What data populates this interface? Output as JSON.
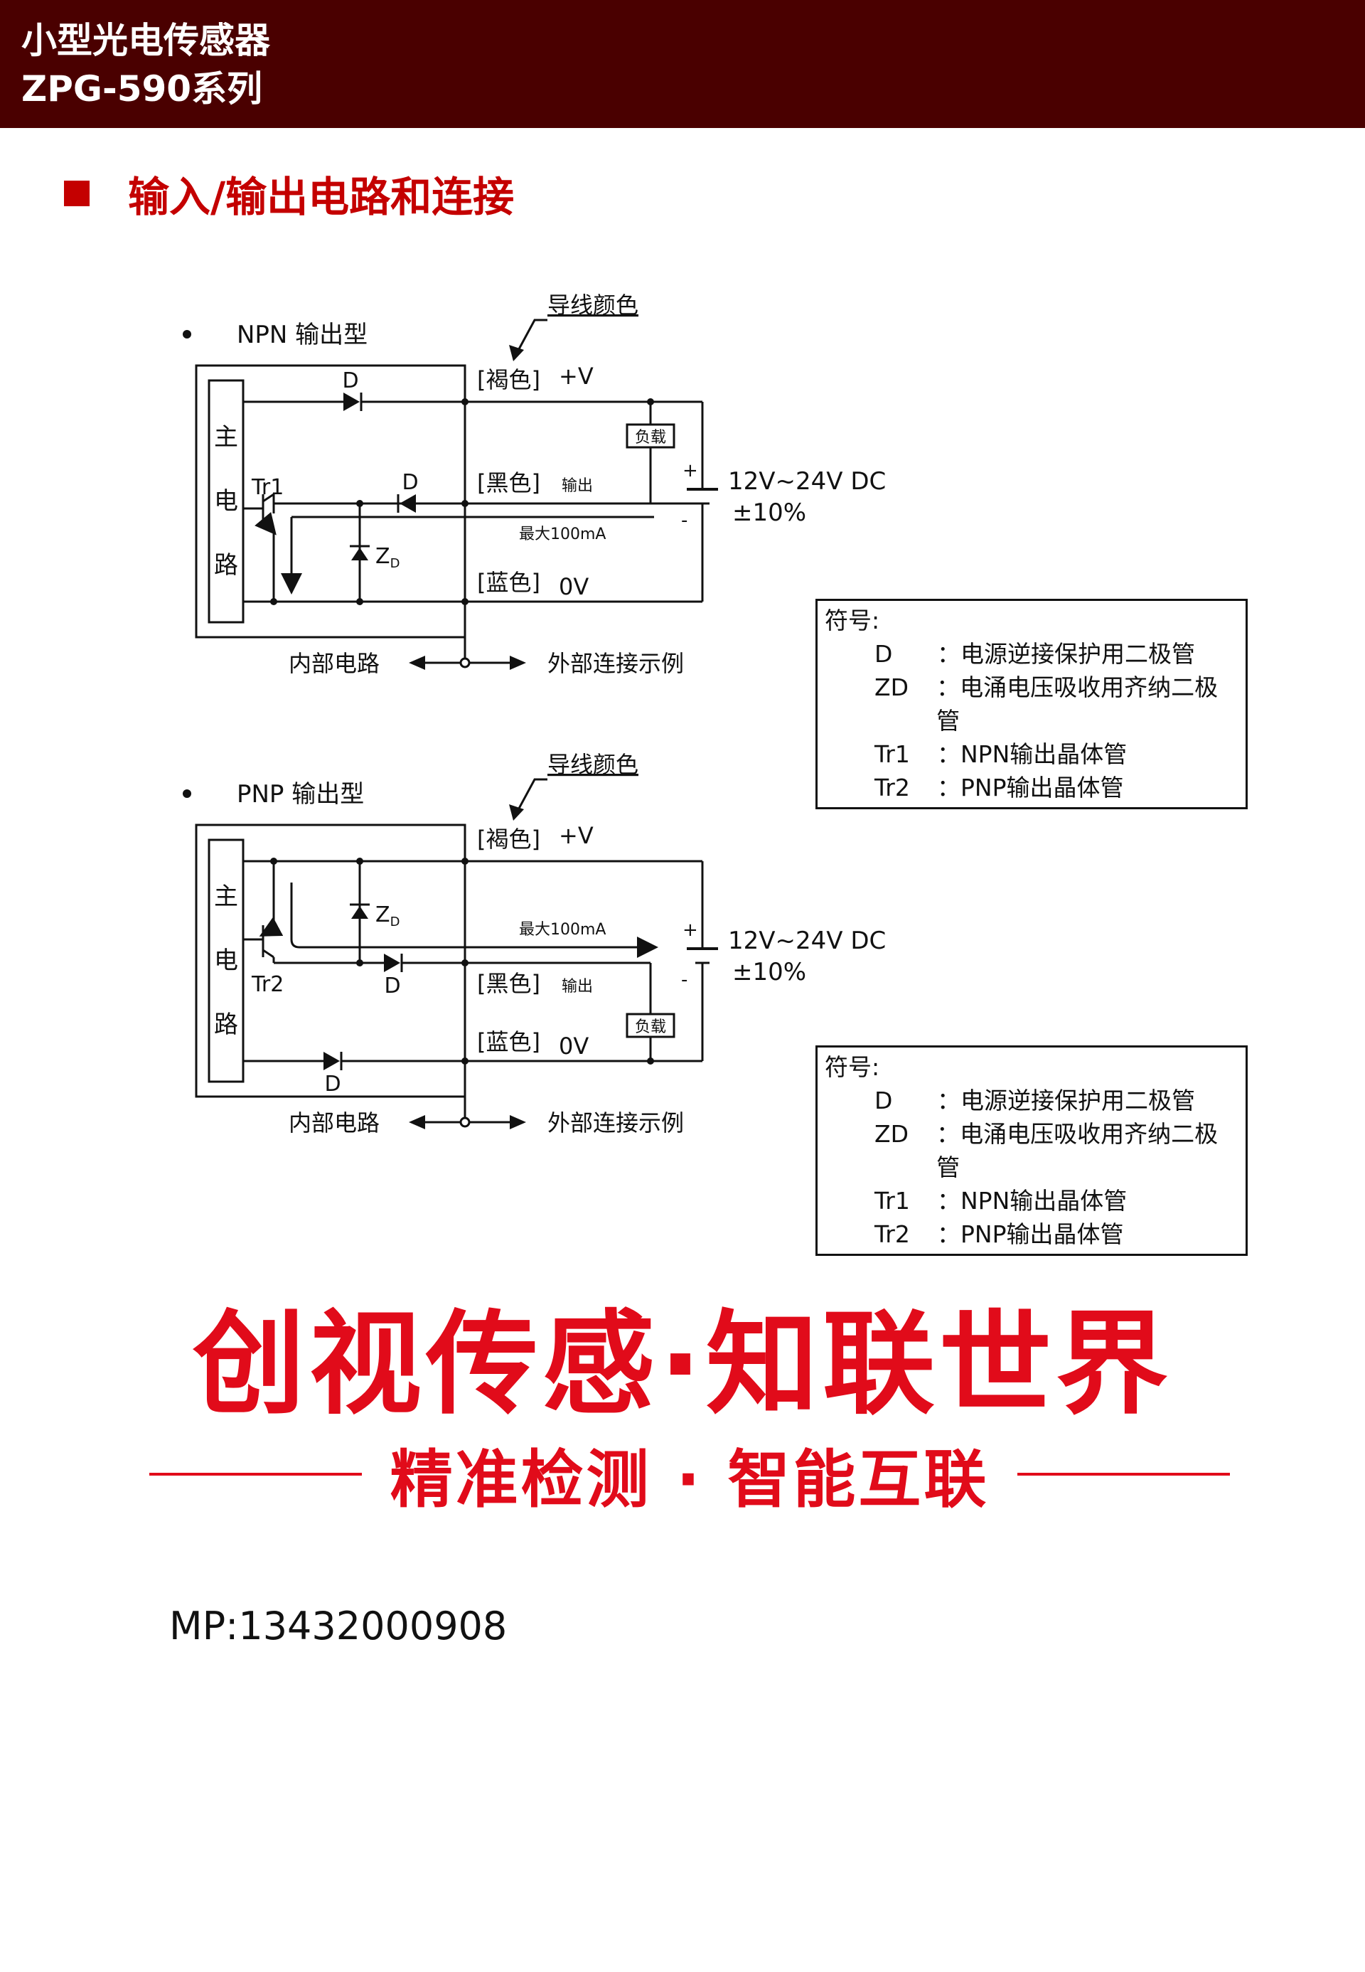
{
  "header": {
    "title": "小型光电传感器",
    "series": "ZPG-590系列"
  },
  "section_title": "输入/输出电路和连接",
  "npn": {
    "title": "NPN 输出型",
    "wire_color_label": "导线颜色",
    "main_circuit": [
      "主",
      "电",
      "路"
    ],
    "transistor": "Tr1",
    "diode_top": "D",
    "diode_mid": "D",
    "zener": "ZD",
    "brown": "[褐色]",
    "plus_v": "+V",
    "black": "[黑色]",
    "output": "输出",
    "max_current": "最大100mA",
    "blue": "[蓝色]",
    "zero_v": "0V",
    "load": "负载",
    "supply": "12V~24V DC",
    "tolerance": "±10%",
    "internal": "内部电路",
    "external": "外部连接示例"
  },
  "pnp": {
    "title": "PNP 输出型",
    "wire_color_label": "导线颜色",
    "main_circuit": [
      "主",
      "电",
      "路"
    ],
    "transistor": "Tr2",
    "diode_mid": "D",
    "diode_bottom": "D",
    "zener": "ZD",
    "brown": "[褐色]",
    "plus_v": "+V",
    "black": "[黑色]",
    "output": "输出",
    "max_current": "最大100mA",
    "blue": "[蓝色]",
    "zero_v": "0V",
    "load": "负载",
    "supply": "12V~24V DC",
    "tolerance": "±10%",
    "internal": "内部电路",
    "external": "外部连接示例"
  },
  "legend": {
    "heading": "符号:",
    "rows": [
      {
        "sym": "D",
        "desc": "：电源逆接保护用二极管"
      },
      {
        "sym": "ZD",
        "desc": "：电涌电压吸收用齐纳二极管"
      },
      {
        "sym": "Tr1",
        "desc": "：NPN输出晶体管"
      },
      {
        "sym": "Tr2",
        "desc": "：PNP输出晶体管"
      }
    ]
  },
  "brand": {
    "slogan": "创视传感·知联世界",
    "sub": "精准检测 · 智能互联"
  },
  "contact": "MP:13432000908"
}
